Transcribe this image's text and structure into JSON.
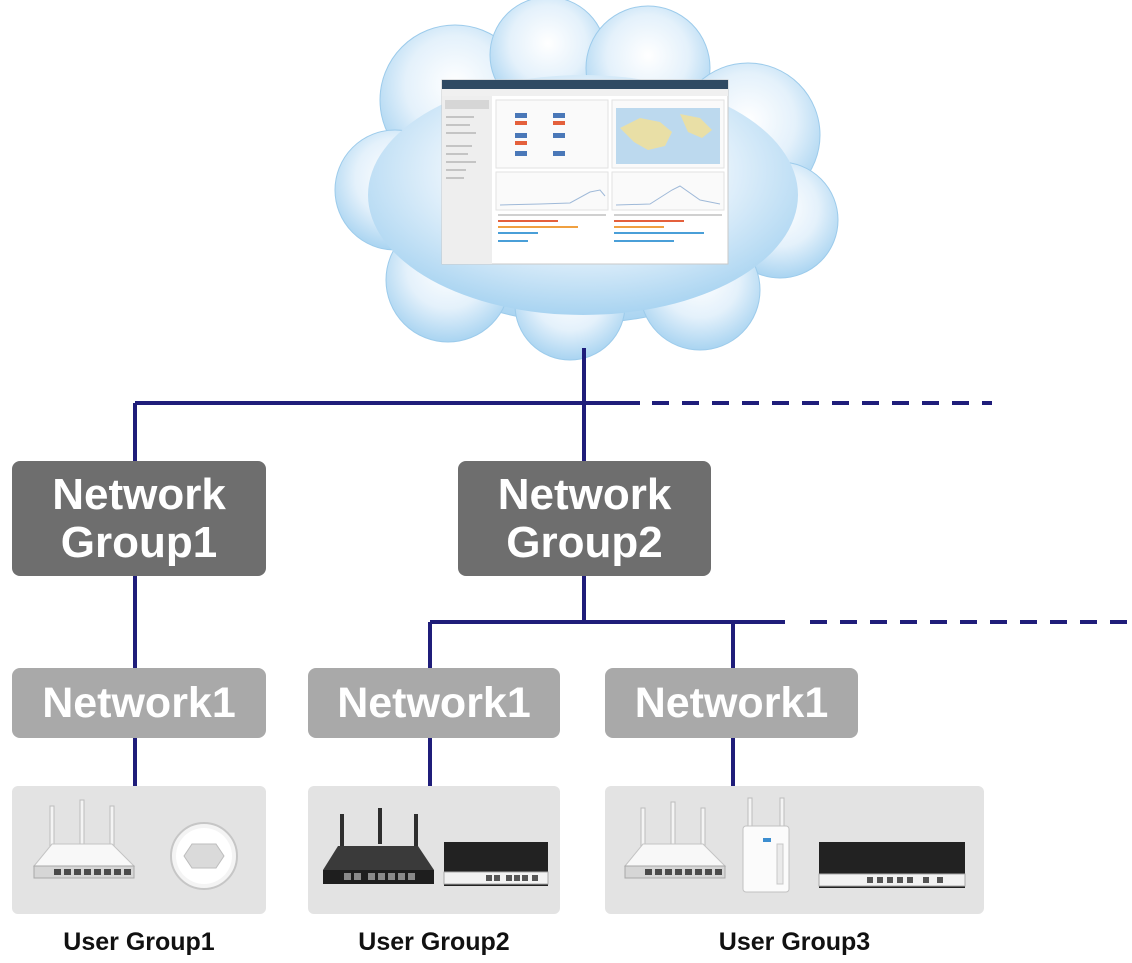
{
  "colors": {
    "link": "#1f1d7a",
    "group_box": "#6e6e6e",
    "network_box": "#a9a9a9",
    "device_panel": "#e3e3e3"
  },
  "cloud": {
    "icon": "cloud-icon",
    "content": "dashboard-screenshot"
  },
  "network_groups": [
    {
      "line1": "Network",
      "line2": "Group1"
    },
    {
      "line1": "Network",
      "line2": "Group2"
    }
  ],
  "networks": [
    {
      "label": "Network1"
    },
    {
      "label": "Network1"
    },
    {
      "label": "Network1"
    }
  ],
  "user_groups": [
    {
      "label": "User Group1",
      "devices": [
        "wifi-router-icon",
        "ceiling-access-point-icon"
      ]
    },
    {
      "label": "User Group2",
      "devices": [
        "black-router-icon",
        "rack-router-icon"
      ]
    },
    {
      "label": "User Group3",
      "devices": [
        "wifi-router-icon",
        "range-extender-icon",
        "rack-router-icon"
      ]
    }
  ]
}
